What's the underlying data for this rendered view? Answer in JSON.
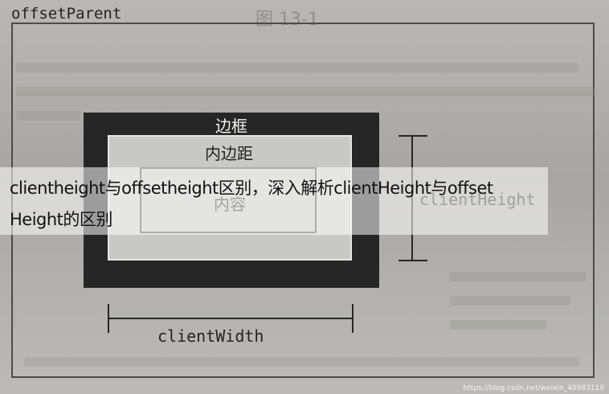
{
  "diagram": {
    "offset_parent_label": "offsetParent",
    "faint_title": "图 13-1",
    "border_label": "边框",
    "padding_label": "内边距",
    "content_label": "内容",
    "client_height_label": "clientHeight",
    "client_width_label": "clientWidth"
  },
  "overlay": {
    "caption_line1": "clientheight与offsetheight区别，深入解析clientHeight与offset",
    "caption_line2": "Height的区别"
  },
  "watermark": "https://blog.csdn.net/weixin_40983119"
}
